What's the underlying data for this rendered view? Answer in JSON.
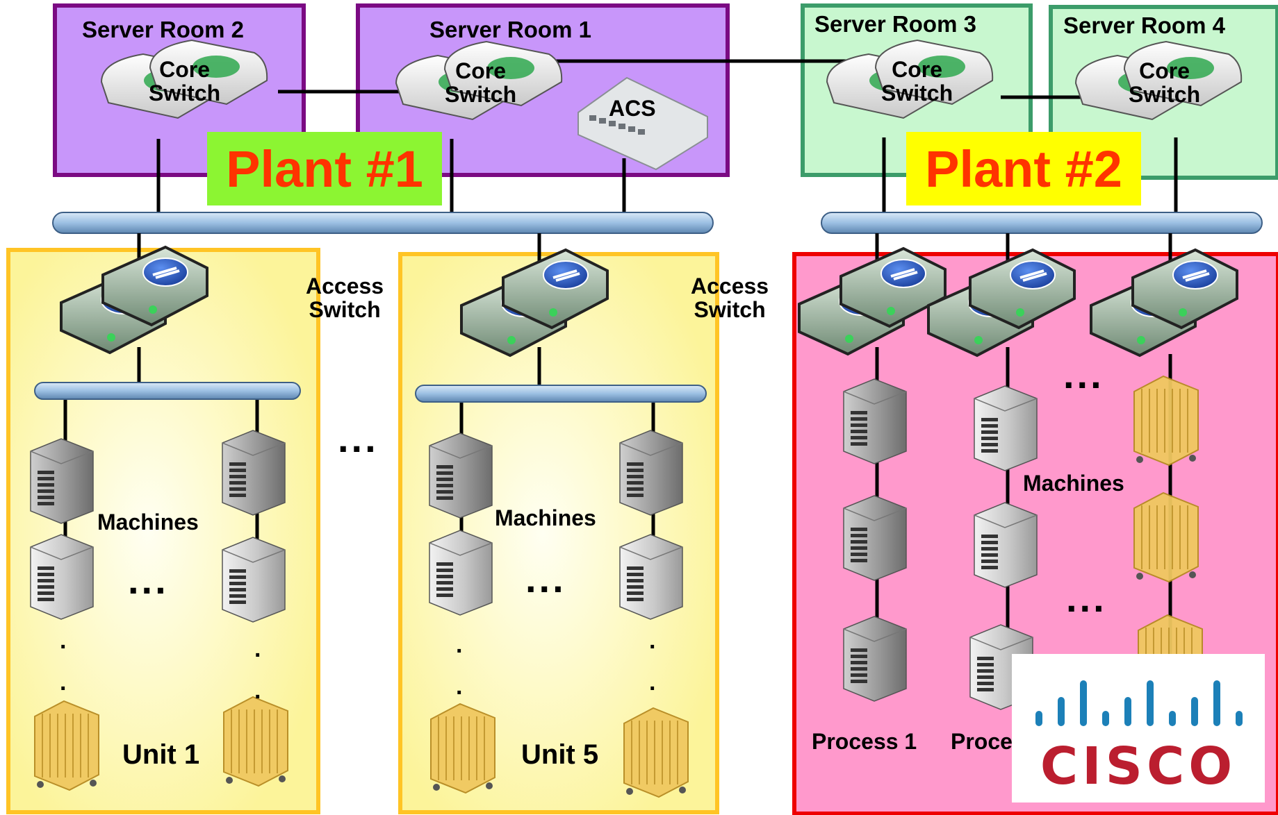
{
  "server_rooms": [
    {
      "name": "Server Room 2"
    },
    {
      "name": "Server Room 1"
    },
    {
      "name": "Server Room 3"
    },
    {
      "name": "Server Room 4"
    }
  ],
  "core_switch_label": "Core\nSwitch",
  "acs_label": "ACS",
  "plants": [
    "Plant #1",
    "Plant #2"
  ],
  "access_switch_label": "Access\nSwitch",
  "machines_label": "Machines",
  "units": [
    "Unit 1",
    "Unit 5"
  ],
  "processes": [
    "Process 1",
    "Proce"
  ],
  "ellipsis": "...",
  "vertical_dot": ".",
  "logo": {
    "text": "CISCO"
  },
  "colors": {
    "room_purple_fill": "#c896fa",
    "room_purple_border": "#7b0a83",
    "room_green_fill": "#c8f7cf",
    "room_green_border": "#3c9c6a",
    "plant1_fill": "#8cf532",
    "plant2_fill": "#ffff00",
    "plant_text": "#ff3300",
    "unit_fill": "#fcf6a3",
    "unit_border": "#ffc425",
    "process_fill": "#ff99cc",
    "process_border": "#ee0000",
    "bus": "#9cc0e3",
    "cisco_blue": "#1c80b8",
    "cisco_red": "#bb1e2f"
  }
}
